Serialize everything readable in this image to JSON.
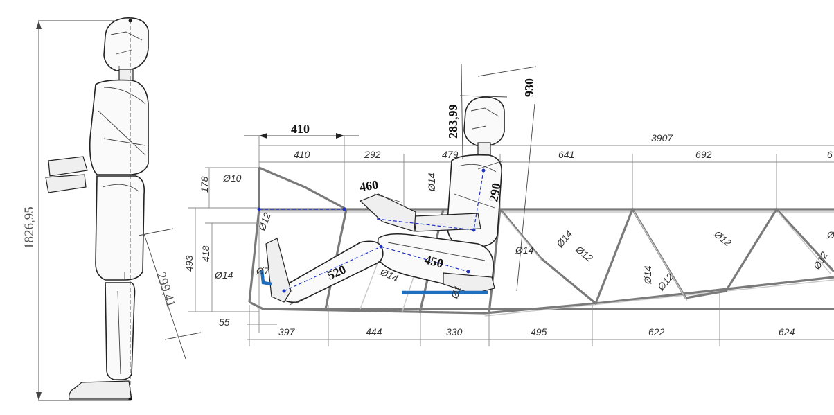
{
  "labels": {
    "standing_height": "1826,95",
    "hip_offset": "299,41",
    "seat_top_width": "410",
    "head_offset": "283,99",
    "seated_height": "930",
    "back_height": "290",
    "thigh_length": "460",
    "knee_length": "450",
    "shin_length": "520",
    "total_length": "3907",
    "top_segments": [
      "410",
      "292",
      "479",
      "641",
      "692",
      "6"
    ],
    "bottom_segments": [
      "55",
      "397",
      "444",
      "330",
      "495",
      "622",
      "624"
    ],
    "left_heights": [
      "178",
      "493",
      "418"
    ],
    "tube_diameters": [
      "Ø10",
      "Ø12",
      "Ø14",
      "Ø14",
      "Ø14",
      "Ø14",
      "Ø14",
      "Ø12",
      "Ø12",
      "Ø14",
      "Ø12",
      "Ø14",
      "Ø12",
      "Ø1",
      "Ø7"
    ]
  },
  "colors": {
    "accent_blue": "#1e6fc0",
    "dim_line": "#2030c0",
    "frame": "#7a7a7a"
  }
}
